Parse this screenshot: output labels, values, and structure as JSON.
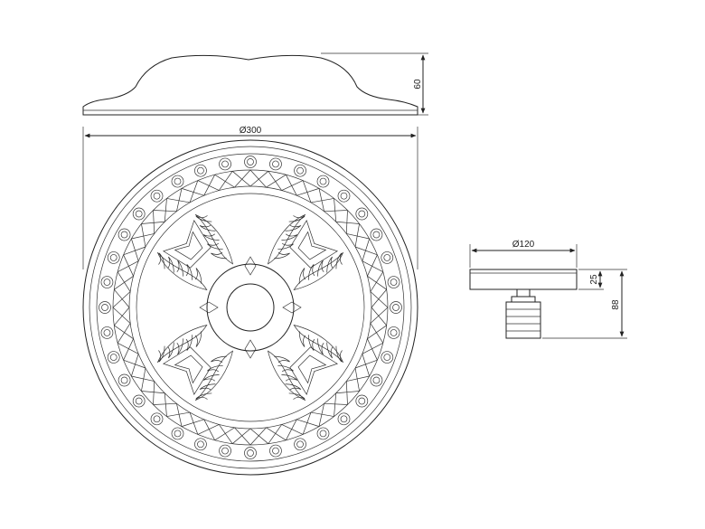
{
  "dimensions": {
    "rose_height": "60",
    "rose_diameter": "Ø300",
    "canopy_diameter": "Ø120",
    "canopy_height": "25",
    "total_height": "88"
  },
  "colors": {
    "line": "#222222",
    "fill": "#ffffff"
  }
}
